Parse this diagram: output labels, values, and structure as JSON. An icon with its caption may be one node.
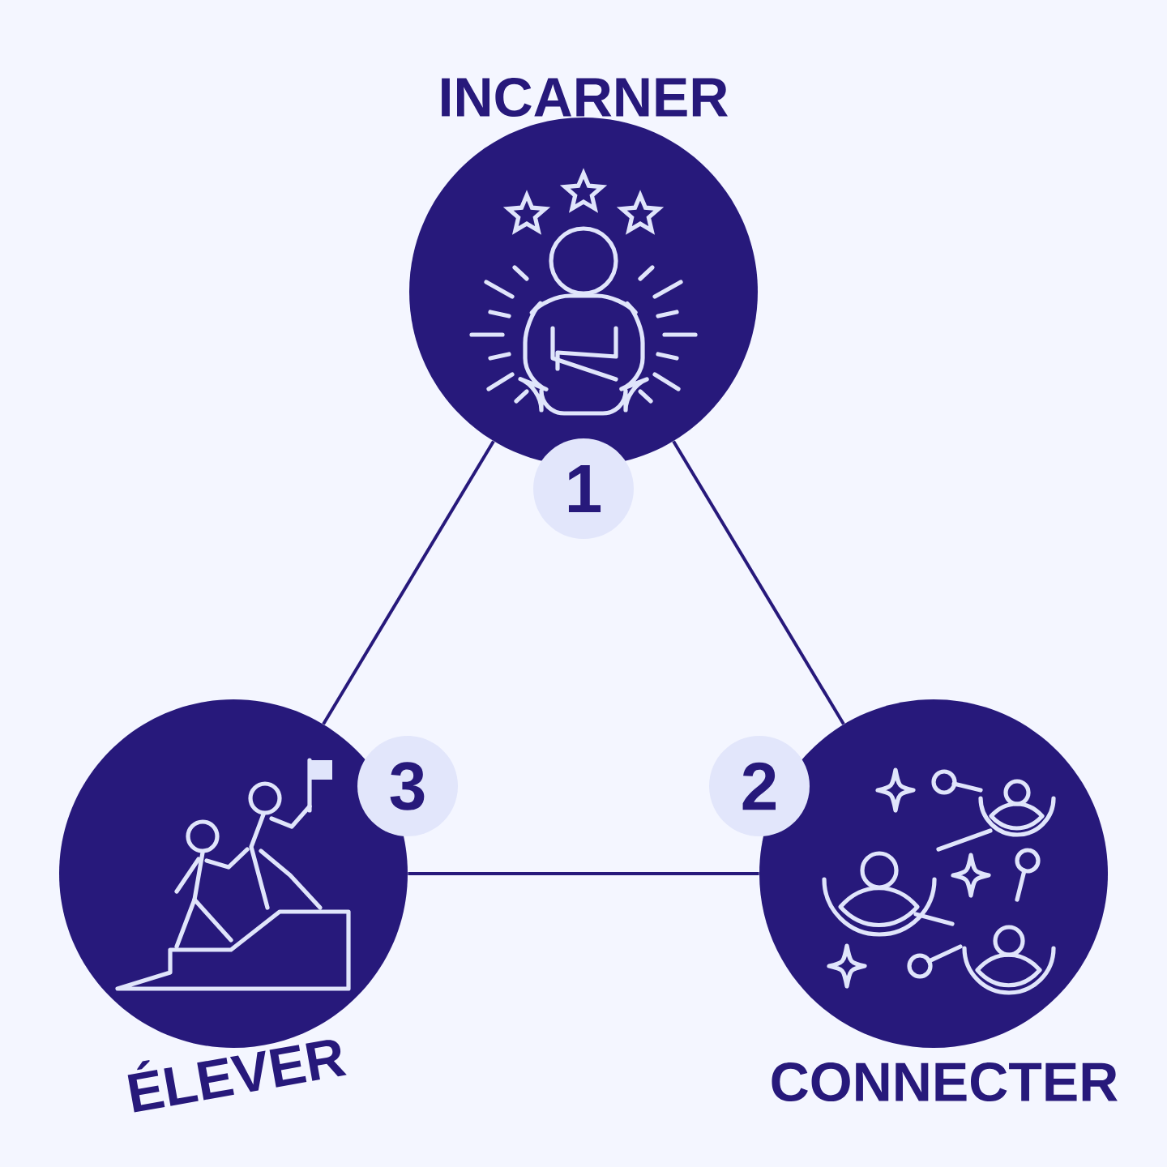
{
  "diagram": {
    "nodes": [
      {
        "text": [
          "INCARNER"
        ]
      },
      {
        "text": [
          "1"
        ]
      },
      {
        "text": [
          "CONNECTER"
        ]
      },
      {
        "text": [
          "2"
        ]
      },
      {
        "text": [
          "ÉLEVER"
        ]
      },
      {
        "text": [
          "3"
        ]
      }
    ],
    "edges": [
      {
        "from": 0,
        "to": 2,
        "arrow": "none"
      },
      {
        "from": 2,
        "to": 4,
        "arrow": "none"
      },
      {
        "from": 4,
        "to": 0,
        "arrow": "none"
      }
    ]
  }
}
